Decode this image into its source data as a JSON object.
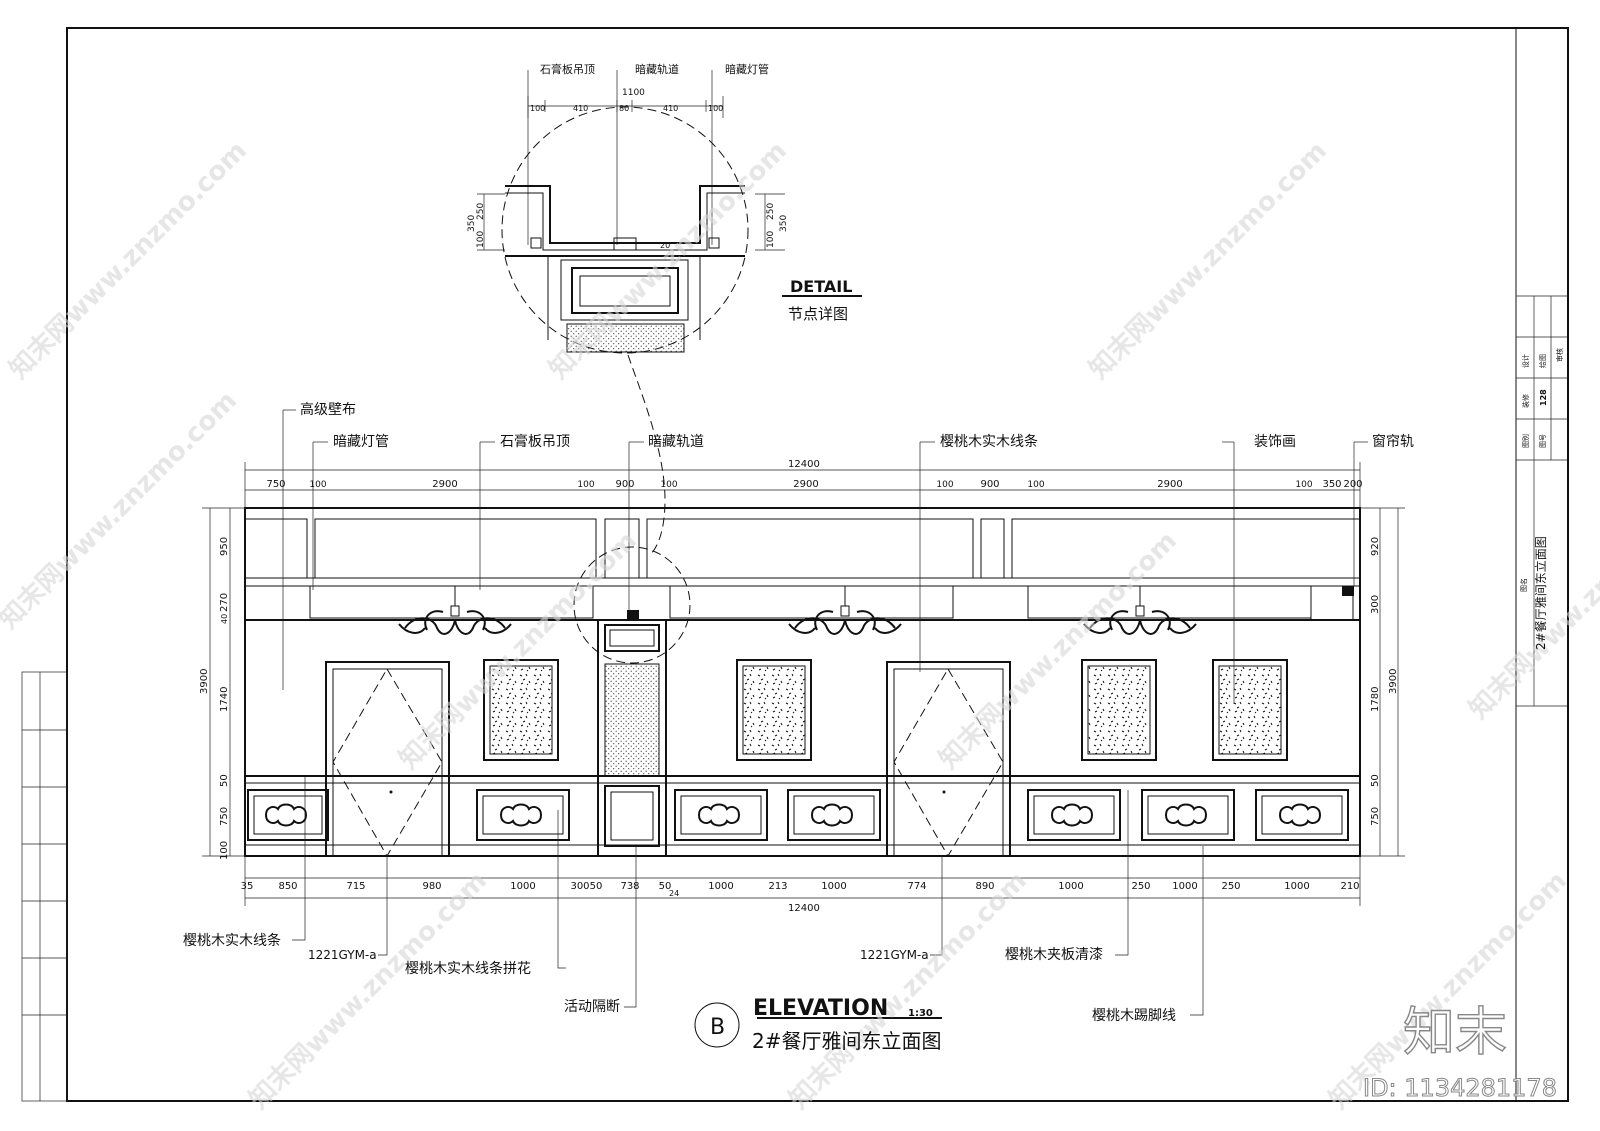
{
  "detail": {
    "callouts": [
      "石膏板吊顶",
      "暗藏轨道",
      "暗藏灯管"
    ],
    "top_total": "1100",
    "top_dims": [
      "100",
      "410",
      "80",
      "410",
      "100"
    ],
    "side_dims": [
      "350",
      "250",
      "100"
    ],
    "inner_dim": "20",
    "title_en": "DETAIL",
    "title_cn": "节点详图"
  },
  "elevation": {
    "top_labels": [
      "高级壁布",
      "暗藏灯管",
      "石膏板吊顶",
      "暗藏轨道",
      "樱桃木实木线条",
      "装饰画",
      "窗帘轨"
    ],
    "top_total": "12400",
    "top_dims": [
      "750",
      "100",
      "2900",
      "100",
      "900",
      "100",
      "2900",
      "100",
      "900",
      "100",
      "2900",
      "100",
      "350",
      "200"
    ],
    "left_total": "3900",
    "left_dims": [
      "950",
      "270",
      "40",
      "1740",
      "50",
      "750",
      "100"
    ],
    "right_total": "3900",
    "right_dims": [
      "920",
      "300",
      "1780",
      "50",
      "750"
    ],
    "bottom_dims": [
      "35",
      "850",
      "715",
      "980",
      "1000",
      "300",
      "50",
      "738",
      "50",
      "1000",
      "213",
      "1000",
      "774",
      "890",
      "1000",
      "250",
      "1000",
      "250",
      "1000",
      "210"
    ],
    "bottom_small": "24",
    "bottom_total": "12400",
    "bottom_labels": {
      "molding": "樱桃木实木线条",
      "door_left": "1221GYM-a",
      "inlay": "樱桃木实木线条拼花",
      "partition": "活动隔断",
      "door_right": "1221GYM-a",
      "veneer": "樱桃木夹板清漆",
      "skirting": "樱桃木踢脚线"
    }
  },
  "title_block": {
    "marker": "B",
    "title_en": "ELEVATION",
    "scale": "1:30",
    "title_cn": "2#餐厅雅间东立面图"
  },
  "side_panel": {
    "drawing_name": "2#餐厅雅间东立面图",
    "name_label": "图名",
    "design": "设计",
    "drawn": "绘图",
    "review": "审核",
    "category": "装修",
    "sheet_no": "128",
    "type_label": "图别",
    "number_label": "图号"
  },
  "watermark": {
    "site": "知末网www.znzmo.com",
    "brand": "知末",
    "id": "ID: 1134281178"
  }
}
